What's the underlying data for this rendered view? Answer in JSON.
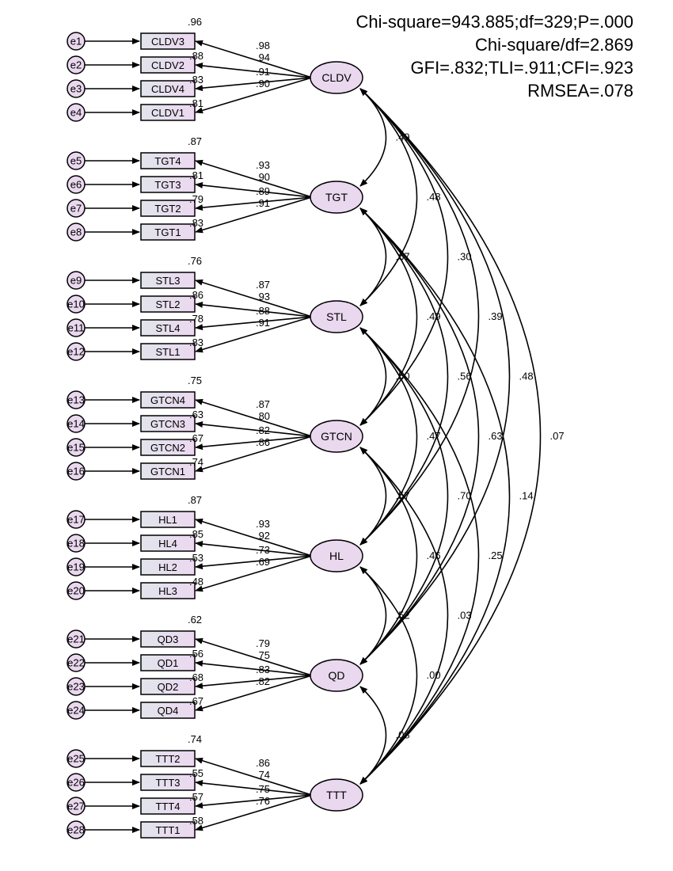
{
  "fit_stats": {
    "line1": "Chi-square=943.885;df=329;P=.000",
    "line2": "Chi-square/df=2.869",
    "line3": "GFI=.832;TLI=.911;CFI=.923",
    "line4": "RMSEA=.078"
  },
  "colors": {
    "node_fill": "#ead8ef",
    "box_fill_left": "#e2e4ec",
    "box_fill_right": "#ecd8f0",
    "stroke": "#000000"
  },
  "factors": [
    {
      "name": "CLDV",
      "top_r2": ".96",
      "items": [
        {
          "error": "e1",
          "name": "CLDV3",
          "r2": ".96",
          "loading": ".98"
        },
        {
          "error": "e2",
          "name": "CLDV2",
          "r2": ".88",
          "loading": ".94"
        },
        {
          "error": "e3",
          "name": "CLDV4",
          "r2": ".83",
          "loading": ".91"
        },
        {
          "error": "e4",
          "name": "CLDV1",
          "r2": ".81",
          "loading": ".90"
        }
      ]
    },
    {
      "name": "TGT",
      "top_r2": ".87",
      "items": [
        {
          "error": "e5",
          "name": "TGT4",
          "r2": ".87",
          "loading": ".93"
        },
        {
          "error": "e6",
          "name": "TGT3",
          "r2": ".81",
          "loading": ".90"
        },
        {
          "error": "e7",
          "name": "TGT2",
          "r2": ".79",
          "loading": ".89"
        },
        {
          "error": "e8",
          "name": "TGT1",
          "r2": ".83",
          "loading": ".91"
        }
      ]
    },
    {
      "name": "STL",
      "top_r2": ".76",
      "items": [
        {
          "error": "e9",
          "name": "STL3",
          "r2": ".76",
          "loading": ".87"
        },
        {
          "error": "e10",
          "name": "STL2",
          "r2": ".86",
          "loading": ".93"
        },
        {
          "error": "e11",
          "name": "STL4",
          "r2": ".78",
          "loading": ".88"
        },
        {
          "error": "e12",
          "name": "STL1",
          "r2": ".83",
          "loading": ".91"
        }
      ]
    },
    {
      "name": "GTCN",
      "top_r2": ".75",
      "items": [
        {
          "error": "e13",
          "name": "GTCN4",
          "r2": ".75",
          "loading": ".87"
        },
        {
          "error": "e14",
          "name": "GTCN3",
          "r2": ".63",
          "loading": ".80"
        },
        {
          "error": "e15",
          "name": "GTCN2",
          "r2": ".67",
          "loading": ".82"
        },
        {
          "error": "e16",
          "name": "GTCN1",
          "r2": ".74",
          "loading": ".86"
        }
      ]
    },
    {
      "name": "HL",
      "top_r2": ".87",
      "items": [
        {
          "error": "e17",
          "name": "HL1",
          "r2": ".87",
          "loading": ".93"
        },
        {
          "error": "e18",
          "name": "HL4",
          "r2": ".85",
          "loading": ".92"
        },
        {
          "error": "e19",
          "name": "HL2",
          "r2": ".53",
          "loading": ".73"
        },
        {
          "error": "e20",
          "name": "HL3",
          "r2": ".48",
          "loading": ".69"
        }
      ]
    },
    {
      "name": "QD",
      "top_r2": ".62",
      "items": [
        {
          "error": "e21",
          "name": "QD3",
          "r2": ".62",
          "loading": ".79"
        },
        {
          "error": "e22",
          "name": "QD1",
          "r2": ".56",
          "loading": ".75"
        },
        {
          "error": "e23",
          "name": "QD2",
          "r2": ".68",
          "loading": ".83"
        },
        {
          "error": "e24",
          "name": "QD4",
          "r2": ".67",
          "loading": ".82"
        }
      ]
    },
    {
      "name": "TTT",
      "top_r2": ".74",
      "items": [
        {
          "error": "e25",
          "name": "TTT2",
          "r2": ".74",
          "loading": ".86"
        },
        {
          "error": "e26",
          "name": "TTT3",
          "r2": ".55",
          "loading": ".74"
        },
        {
          "error": "e27",
          "name": "TTT4",
          "r2": ".57",
          "loading": ".75"
        },
        {
          "error": "e28",
          "name": "TTT1",
          "r2": ".58",
          "loading": ".76"
        }
      ]
    }
  ],
  "correlations": [
    {
      "from": "CLDV",
      "to": "TGT",
      "value": ".49"
    },
    {
      "from": "TGT",
      "to": "STL",
      "value": ".67"
    },
    {
      "from": "STL",
      "to": "GTCN",
      "value": ".50"
    },
    {
      "from": "GTCN",
      "to": "HL",
      "value": ".57"
    },
    {
      "from": "HL",
      "to": "QD",
      "value": ".52"
    },
    {
      "from": "QD",
      "to": "TTT",
      "value": ".08"
    },
    {
      "from": "CLDV",
      "to": "STL",
      "value": ".48"
    },
    {
      "from": "TGT",
      "to": "GTCN",
      "value": ".49"
    },
    {
      "from": "STL",
      "to": "HL",
      "value": ".47"
    },
    {
      "from": "GTCN",
      "to": "QD",
      "value": ".46"
    },
    {
      "from": "HL",
      "to": "TTT",
      "value": ".00"
    },
    {
      "from": "CLDV",
      "to": "GTCN",
      "value": ".30"
    },
    {
      "from": "TGT",
      "to": "HL",
      "value": ".56"
    },
    {
      "from": "STL",
      "to": "QD",
      "value": ".70"
    },
    {
      "from": "GTCN",
      "to": "TTT",
      "value": ".03"
    },
    {
      "from": "CLDV",
      "to": "HL",
      "value": ".39"
    },
    {
      "from": "TGT",
      "to": "QD",
      "value": ".63"
    },
    {
      "from": "STL",
      "to": "TTT",
      "value": ".25"
    },
    {
      "from": "CLDV",
      "to": "QD",
      "value": ".48"
    },
    {
      "from": "TGT",
      "to": "TTT",
      "value": ".14"
    },
    {
      "from": "CLDV",
      "to": "TTT",
      "value": ".07"
    }
  ]
}
